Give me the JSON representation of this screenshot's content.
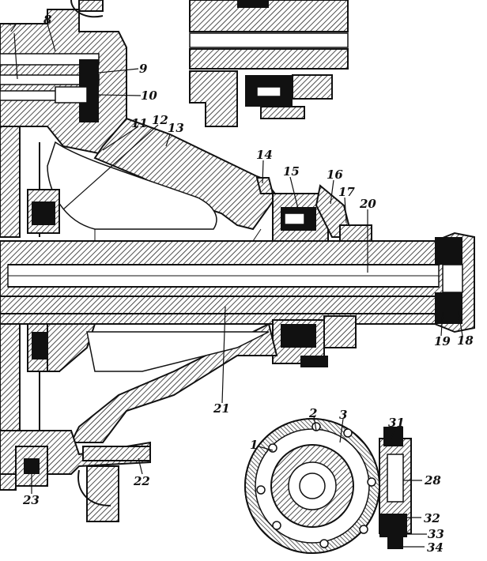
{
  "callouts": [
    {
      "id": "1",
      "text": "1"
    },
    {
      "id": "2",
      "text": "2"
    },
    {
      "id": "3",
      "text": "3"
    },
    {
      "id": "7",
      "text": "7"
    },
    {
      "id": "8",
      "text": "8"
    },
    {
      "id": "9",
      "text": "9"
    },
    {
      "id": "10",
      "text": "10"
    },
    {
      "id": "11",
      "text": "11"
    },
    {
      "id": "12",
      "text": "12"
    },
    {
      "id": "13",
      "text": "13"
    },
    {
      "id": "14",
      "text": "14"
    },
    {
      "id": "15",
      "text": "15"
    },
    {
      "id": "16",
      "text": "16"
    },
    {
      "id": "17",
      "text": "17"
    },
    {
      "id": "18",
      "text": "18"
    },
    {
      "id": "19",
      "text": "19"
    },
    {
      "id": "20",
      "text": "20"
    },
    {
      "id": "21",
      "text": "21"
    },
    {
      "id": "22",
      "text": "22"
    },
    {
      "id": "23",
      "text": "23"
    },
    {
      "id": "28",
      "text": "28"
    },
    {
      "id": "31",
      "text": "31"
    },
    {
      "id": "32",
      "text": "32"
    },
    {
      "id": "33",
      "text": "33"
    },
    {
      "id": "34",
      "text": "34"
    }
  ]
}
